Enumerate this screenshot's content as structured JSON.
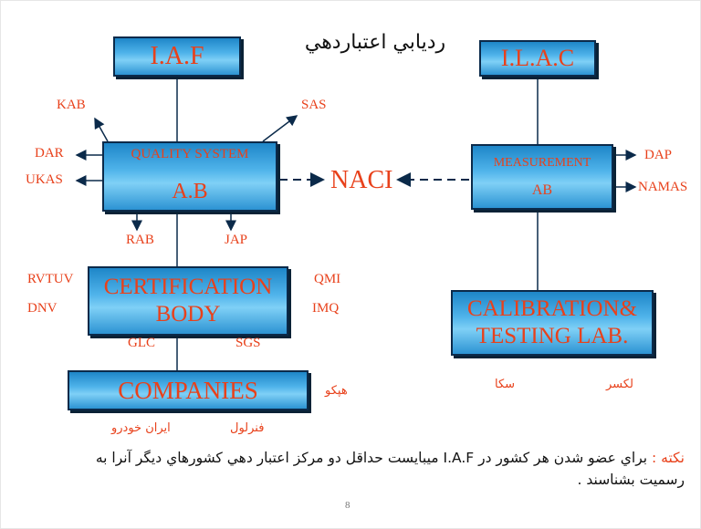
{
  "title": "رديابي اعتباردهي",
  "boxes": {
    "iaf": "I.A.F",
    "ilac": "I.L.A.C",
    "ab_top": "QUALITY SYSTEM",
    "ab_bottom": "A.B",
    "meas_top": "MEASUREMENT",
    "meas_bottom": "AB",
    "cert_line1": "CERTIFICATION",
    "cert_line2": "BODY",
    "calib_line1": "CALIBRATION&",
    "calib_line2": "TESTING LAB.",
    "companies": "COMPANIES"
  },
  "center_label": "NACI",
  "labels": {
    "kab": "KAB",
    "sas": "SAS",
    "dar": "DAR",
    "ukas": "UKAS",
    "rab": "RAB",
    "jap": "JAP",
    "dap": "DAP",
    "namas": "NAMAS",
    "rvtuv": "RVTUV",
    "dnv": "DNV",
    "qmi": "QMI",
    "imq": "IMQ",
    "glc": "GLC",
    "sgs": "SGS"
  },
  "persian_labels": {
    "hepco": "هپكو",
    "saka": "سكا",
    "laksar": "لكسر",
    "iran_khodro": "ايران خودرو",
    "fanarlool": "فنرلول"
  },
  "note": {
    "keyword": "نكته :",
    "text": " براي عضو شدن هر كشور در I.A.F ميبايست حداقل دو مركز اعتبار دهي كشورهاي ديگر آنرا به رسميت بشناسند ."
  },
  "page_number": "8",
  "colors": {
    "accent": "#e8411b",
    "box_border": "#0b2a4a",
    "box_fill": "#4fb3ea"
  }
}
